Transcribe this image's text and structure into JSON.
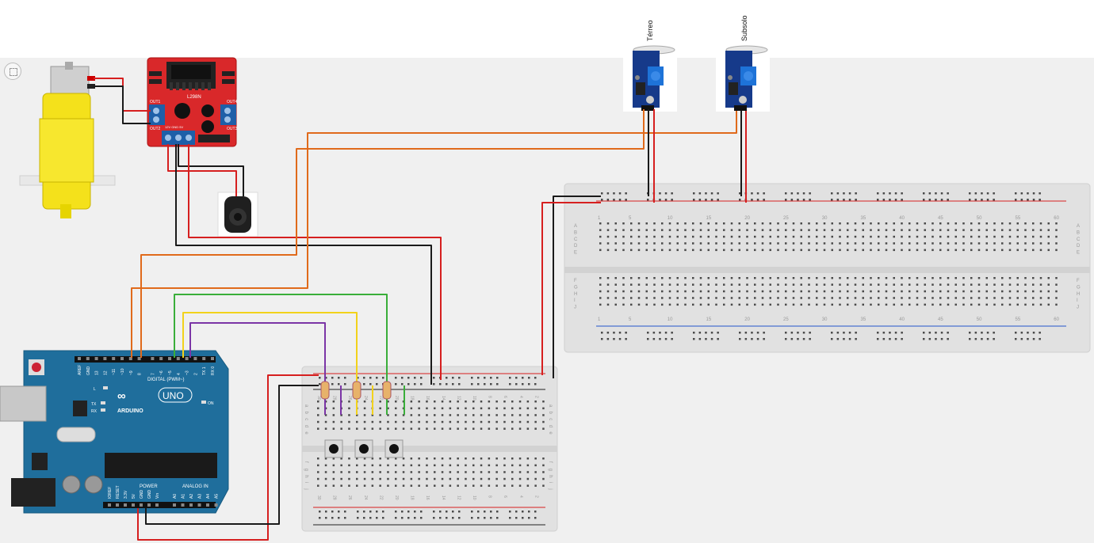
{
  "sensor_labels": {
    "terreo": "Térreo",
    "subsolo": "Subsolo"
  },
  "arduino": {
    "brand": "ARDUINO",
    "model": "UNO",
    "digital_label": "DIGITAL (PWM~)",
    "power_label": "POWER",
    "analog_label": "ANALOG IN",
    "digital_pins": [
      "AREF",
      "GND",
      "13",
      "12",
      "~11",
      "~10",
      "~9",
      "8",
      "7",
      "~6",
      "~5",
      "4",
      "~3",
      "2",
      "TX 1",
      "RX 0"
    ],
    "power_pins": [
      "IOREF",
      "RESET",
      "3.3V",
      "5V",
      "GND",
      "GND",
      "Vin"
    ],
    "analog_pins": [
      "A0",
      "A1",
      "A2",
      "A3",
      "A4",
      "A5"
    ],
    "led_labels": [
      "L",
      "TX",
      "RX",
      "ON"
    ]
  },
  "driver": {
    "chip": "L298N",
    "out1": "OUT1",
    "out2": "OUT2",
    "out3": "OUT3",
    "out4": "OUT4",
    "power_row": "12V GND 5V"
  },
  "breadboard_large": {
    "top_numbers": [
      "1",
      "5",
      "10",
      "15",
      "20",
      "25",
      "30",
      "35",
      "40",
      "45",
      "50",
      "55",
      "60"
    ],
    "rows_top": [
      "A",
      "B",
      "C",
      "D",
      "E"
    ],
    "rows_bottom": [
      "F",
      "G",
      "H",
      "I",
      "J"
    ]
  },
  "breadboard_small": {
    "rows_top": [
      "a",
      "b",
      "c",
      "d",
      "e"
    ],
    "rows_bottom": [
      "f",
      "g",
      "h",
      "i",
      "j"
    ],
    "numbers": [
      "30",
      "28",
      "26",
      "24",
      "22",
      "20",
      "18",
      "16",
      "14",
      "12",
      "10",
      "8",
      "6",
      "4",
      "2"
    ]
  },
  "colors": {
    "orange": "#e06a1b",
    "green": "#3aae3a",
    "yellow": "#f2d21b",
    "purple": "#7b35a6",
    "red": "#d61f1f",
    "black": "#1a1a1a",
    "arduino_blue": "#1f6e9c",
    "driver_red": "#d9282a",
    "sensor_blue": "#163a8a"
  }
}
